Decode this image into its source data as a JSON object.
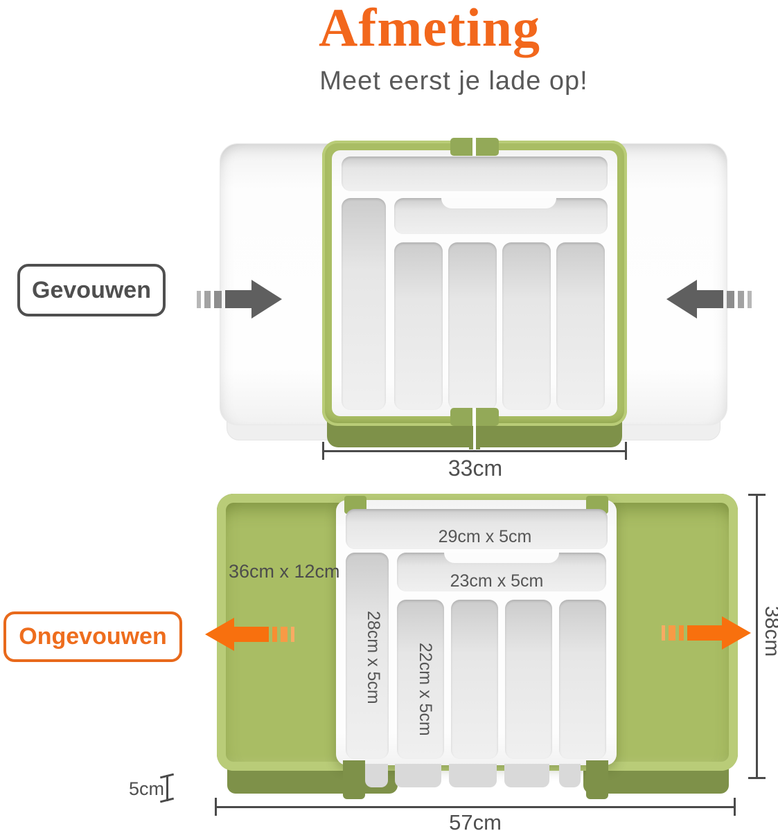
{
  "title": "Afmeting",
  "subtitle": "Meet eerst je lade op!",
  "folded": {
    "state_label": "Gevouwen",
    "width": "33cm"
  },
  "unfolded": {
    "state_label": "Ongevouwen",
    "wing": "36cm x 12cm",
    "top_compartment": "29cm x 5cm",
    "middle_compartment": "23cm x 5cm",
    "left_compartment": "28cm x 5cm",
    "slot_compartment": "22cm x 5cm",
    "depth": "5cm",
    "height": "38cm",
    "width": "57cm"
  },
  "colors": {
    "accent_orange": "#f2671c",
    "arrow_orange": "#f8700e",
    "tray_green": "#a9bd64",
    "tray_green_dark": "#7e9149",
    "text_gray": "#4f4f4f",
    "arrow_gray": "#5f5f5f"
  }
}
